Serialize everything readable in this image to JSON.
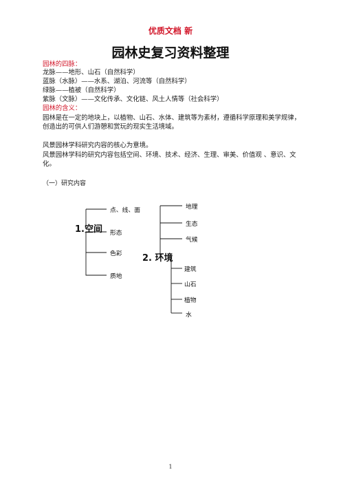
{
  "banner": "优质文档 新",
  "title": "园林史复习资料整理",
  "section1": {
    "heading": "园林的四脉：",
    "lines": [
      "龙脉——地形、山石（自然科学）",
      "蓝脉（水脉）——水系、湖泊、河流等（自然科学）",
      "绿脉——植被（自然科学）",
      "紫脉（文脉）——文化传承、文化链、风土人情等（社会科学）"
    ]
  },
  "section2": {
    "heading": "园林的含义：",
    "paragraph": "园林是在一定的地块上，以植物、山石、水体、建筑等为素材，遵循科学原理和美学规律，创造出的可供人们游憩和赏玩的现实生活境域。"
  },
  "section3": {
    "lines": [
      "风景园林学科研究内容的核心为意境。",
      "风景园林学科的研究内容包括空间、环境、技术、经济、生理、审美、价值观 、意识、文化。"
    ]
  },
  "subheading": "（一）研究内容",
  "diagram": {
    "space": {
      "label": "1.空间",
      "children": [
        "点、线、面",
        "形态",
        "色彩",
        "质地"
      ]
    },
    "environment": {
      "label": "2. 环境",
      "children": [
        "地理",
        "生态",
        "气候",
        "建筑",
        "山石",
        "植物",
        "水"
      ]
    }
  },
  "footer": "1"
}
